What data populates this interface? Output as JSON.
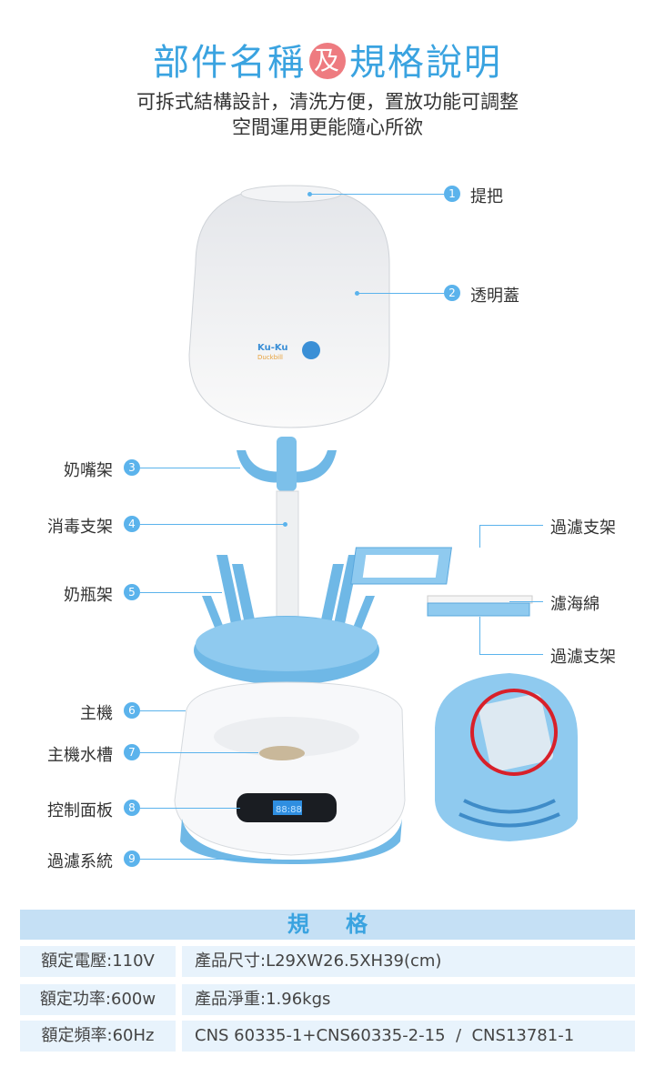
{
  "header": {
    "title_part1": "部件名稱",
    "title_badge": "及",
    "title_part2": "規格說明",
    "subtitle_line1": "可拆式結構設計，清洗方便，置放功能可調整",
    "subtitle_line2": "空間運用更能隨心所欲"
  },
  "product": {
    "logo_line1": "Ku-Ku",
    "logo_line2": "Duckbill",
    "display": "88:88"
  },
  "parts": [
    {
      "number": "1",
      "label": "提把"
    },
    {
      "number": "2",
      "label": "透明蓋"
    },
    {
      "number": "3",
      "label": "奶嘴架"
    },
    {
      "number": "4",
      "label": "消毒支架"
    },
    {
      "number": "5",
      "label": "奶瓶架"
    },
    {
      "number": "6",
      "label": "主機"
    },
    {
      "number": "7",
      "label": "主機水槽"
    },
    {
      "number": "8",
      "label": "控制面板"
    },
    {
      "number": "9",
      "label": "過濾系統"
    }
  ],
  "filter_parts": [
    "過濾支架",
    "濾海綿",
    "過濾支架"
  ],
  "specs": {
    "heading": "規格",
    "rows": [
      [
        "額定電壓:110V",
        "產品尺寸:L29XW26.5XH39(cm)"
      ],
      [
        "額定功率:600w",
        "產品淨重:1.96kgs"
      ],
      [
        "額定頻率:60Hz",
        "CNS 60335-1+CNS60335-2-15  /  CNS13781-1"
      ]
    ]
  },
  "colors": {
    "accent": "#3aa3e0",
    "badge": "#ee7b80",
    "product_blue": "#6fb8e6",
    "spec_header": "#c5e0f5",
    "spec_cell": "#e8f3fc"
  }
}
